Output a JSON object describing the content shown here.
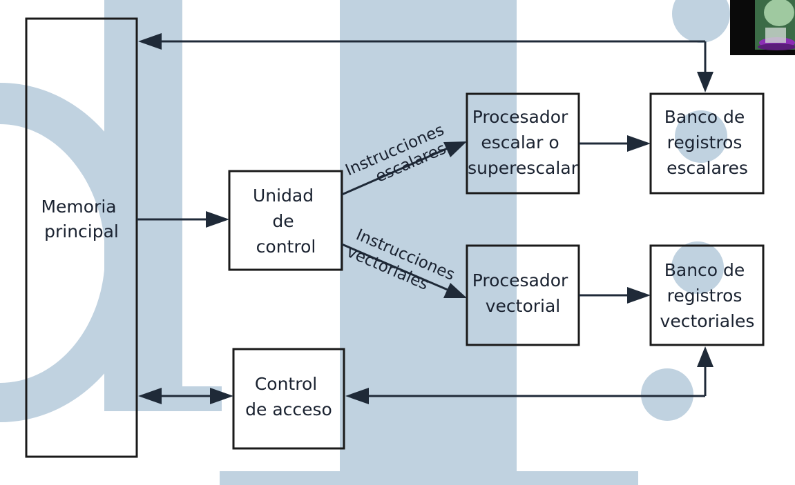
{
  "colors": {
    "watermark": "#c0d2e0",
    "line": "#1f2a38",
    "box": "#1a1a1a"
  },
  "nodes": {
    "memoria": [
      "Memoria",
      "principal"
    ],
    "unidad": [
      "Unidad",
      "de",
      "control"
    ],
    "proc_escalar": [
      "Procesador",
      "escalar o",
      "superescalar"
    ],
    "banco_escalar": [
      "Banco de",
      "registros",
      "escalares"
    ],
    "proc_vectorial": [
      "Procesador",
      "vectorial"
    ],
    "banco_vectorial": [
      "Banco de",
      "registros",
      "vectoriales"
    ],
    "control_acceso": [
      "Control",
      "de acceso"
    ]
  },
  "edges": {
    "escalares": [
      "Instrucciones",
      "escalares"
    ],
    "vectoriales": [
      "Instrucciones",
      "vectoriales"
    ]
  },
  "thumbnail": {
    "description_icon": "cartoon-thumbnail-icon"
  }
}
